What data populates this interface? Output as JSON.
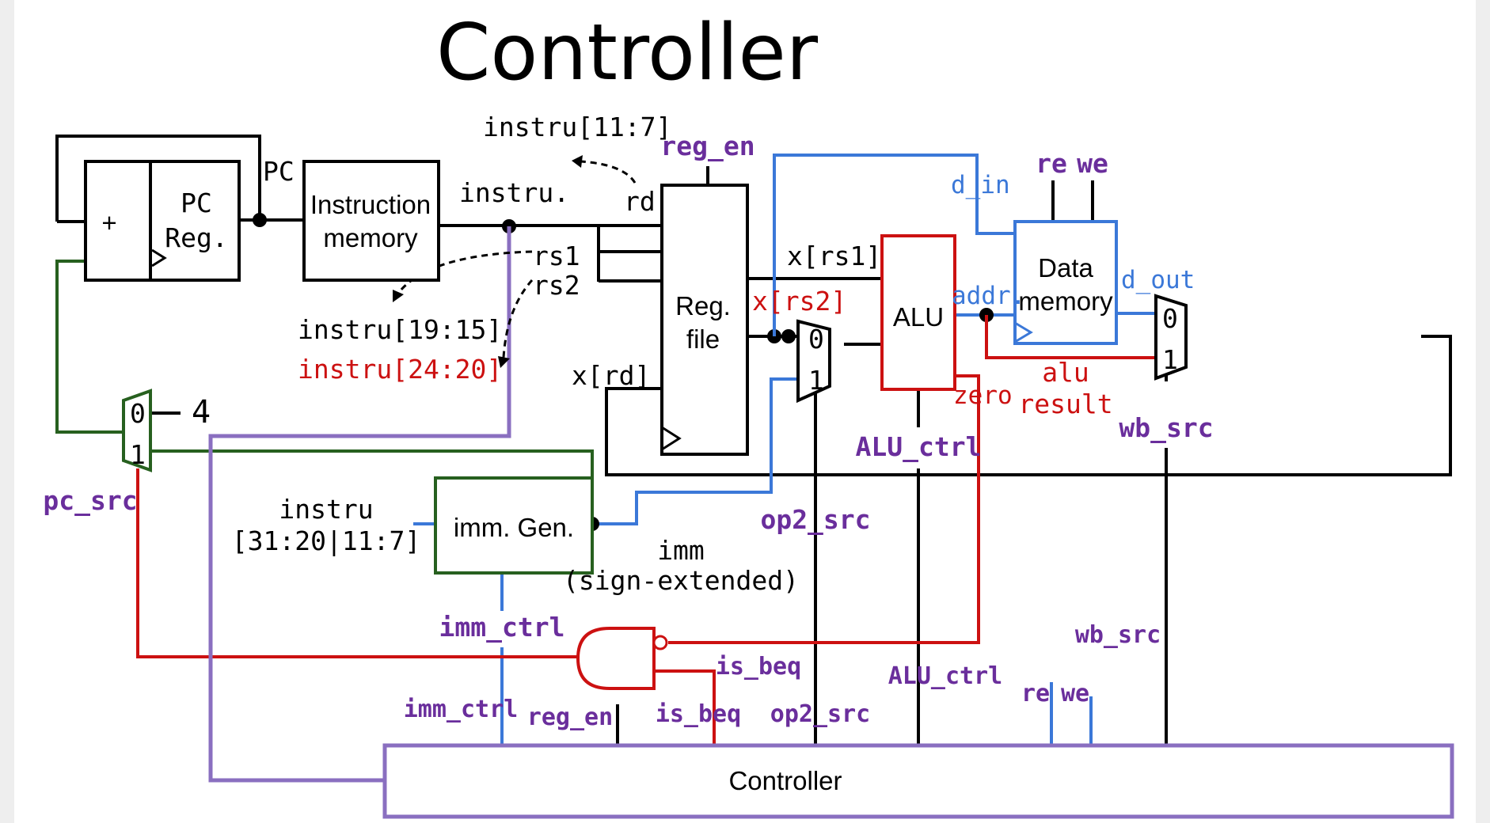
{
  "title": "Controller",
  "blocks": {
    "adder": "+",
    "pc_reg_line1": "PC",
    "pc_reg_line2": "Reg.",
    "instr_mem_line1": "Instruction",
    "instr_mem_line2": "memory",
    "reg_file_line1": "Reg.",
    "reg_file_line2": "file",
    "alu": "ALU",
    "data_mem_line1": "Data",
    "data_mem_line2": "memory",
    "imm_gen": "imm. Gen.",
    "controller": "Controller"
  },
  "signals": {
    "pc": "PC",
    "instru": "instru.",
    "rd": "rd",
    "rs1": "rs1",
    "rs2": "rs2",
    "instru_rd": "instru[11:7]",
    "instru_rs1": "instru[19:15]",
    "instru_rs2": "instru[24:20]",
    "x_rs1": "x[rs1]",
    "x_rs2": "x[rs2]",
    "x_rd": "x[rd]",
    "d_in": "d_in",
    "d_out": "d_out",
    "addr": "addr.",
    "zero": "zero",
    "alu_result_1": "alu",
    "alu_result_2": "result",
    "imm_in_1": "instru",
    "imm_in_2": "[31:20|11:7]",
    "imm_out_1": "imm",
    "imm_out_2": "(sign-extended)",
    "four": "4",
    "mux_0": "0",
    "mux_1": "1"
  },
  "control_signals": {
    "reg_en_top": "reg_en",
    "re_top": "re",
    "we_top": "we",
    "alu_ctrl_top": "ALU_ctrl",
    "wb_src_top": "wb_src",
    "op2_src_top": "op2_src",
    "pc_src": "pc_src",
    "imm_ctrl_top": "imm_ctrl",
    "is_beq_top": "is_beq",
    "imm_ctrl_bottom": "imm_ctrl",
    "reg_en_bottom": "reg_en",
    "is_beq_bottom": "is_beq",
    "op2_src_bottom": "op2_src",
    "alu_ctrl_bottom": "ALU_ctrl",
    "re_bottom": "re",
    "we_bottom": "we",
    "wb_src_bottom": "wb_src"
  },
  "colors": {
    "control": "#6a2e9c",
    "store_path": "#3b78d8",
    "branch_path": "#cc1111",
    "pc_mux_path": "#27601f",
    "instr_to_controller": "#8a6fc0"
  }
}
